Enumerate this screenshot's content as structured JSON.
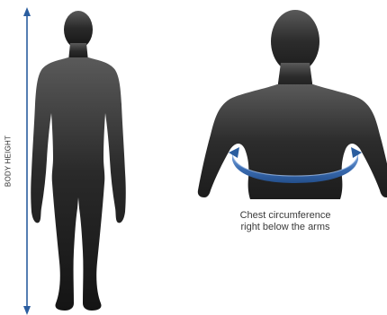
{
  "labels": {
    "body_height": "BODY HEIGHT",
    "chest_line1": "Chest circumference",
    "chest_line2": "right below the arms"
  },
  "colors": {
    "silhouette_dark": "#1c1c1c",
    "silhouette_light": "#5a5a5a",
    "measure_blue": "#2a5d9f",
    "measure_blue_light": "#6d96cf",
    "background": "#ffffff"
  },
  "icons": [
    "height-arrow-icon",
    "chest-measure-arrow-icon"
  ]
}
